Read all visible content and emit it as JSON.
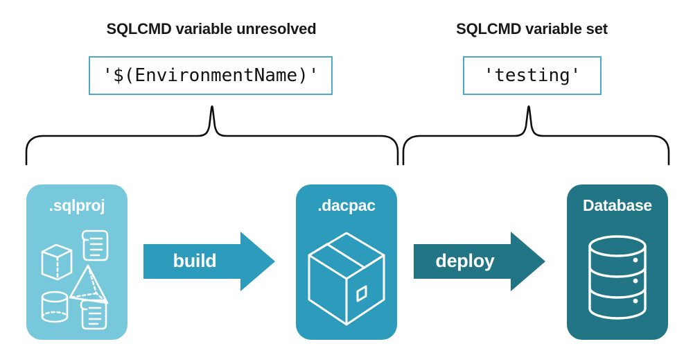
{
  "diagram": {
    "title_left": "SQLCMD variable unresolved",
    "title_right": "SQLCMD variable set",
    "code_left": "'$(EnvironmentName)'",
    "code_right": "'testing'",
    "stages": [
      {
        "label": ".sqlproj",
        "icon": "sql-project-shapes-icon",
        "color": "#78c8dc"
      },
      {
        "label": ".dacpac",
        "icon": "package-box-icon",
        "color": "#2c9bbc"
      },
      {
        "label": "Database",
        "icon": "database-cylinder-icon",
        "color": "#227585"
      }
    ],
    "arrows": [
      {
        "label": "build",
        "icon": "arrow-right-icon",
        "color": "#2c9bbc"
      },
      {
        "label": "deploy",
        "icon": "arrow-right-icon",
        "color": "#227585"
      }
    ],
    "braces": [
      {
        "name": "brace-build-scope",
        "icon": "curly-brace-up-icon"
      },
      {
        "name": "brace-deploy-scope",
        "icon": "curly-brace-up-icon"
      }
    ],
    "colors": {
      "light_blue": "#78c8dc",
      "medium_teal": "#2c9bbc",
      "dark_teal": "#227585",
      "code_border": "#4ba9c7",
      "text_dark": "#16181a",
      "brace_stroke": "#0d0f11",
      "white": "#ffffff"
    }
  }
}
